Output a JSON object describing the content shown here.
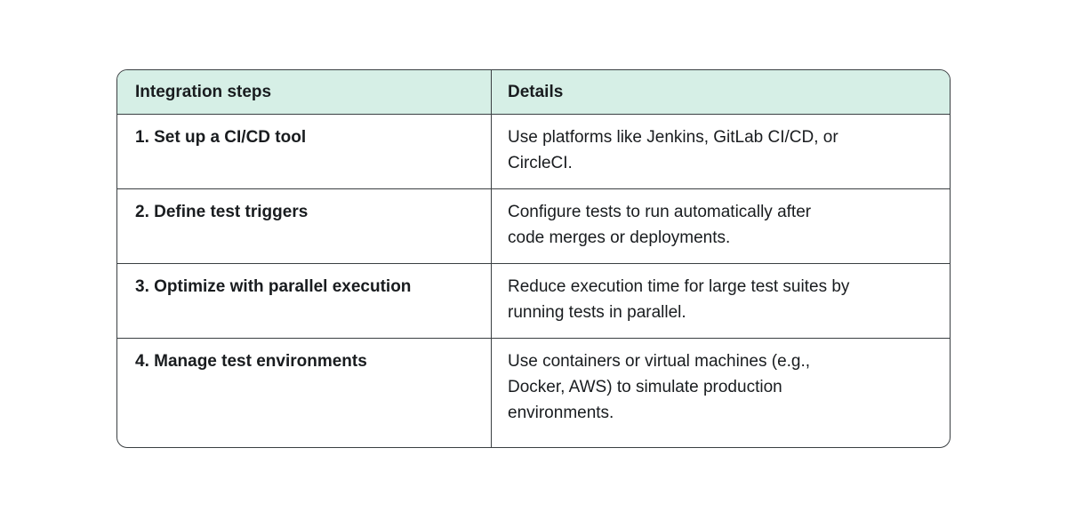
{
  "page": {
    "background_color": "#ffffff"
  },
  "table": {
    "colors": {
      "header_background": "#d6efe6",
      "border": "#3a3f42",
      "text": "#191c1f"
    },
    "columns": [
      {
        "label": "Integration steps"
      },
      {
        "label": "Details"
      }
    ],
    "rows": [
      {
        "step": "1. Set up a CI/CD tool",
        "details": "Use platforms like Jenkins, GitLab CI/CD, or\nCircleCI."
      },
      {
        "step": "2. Define test triggers",
        "details": "Configure tests to run automatically after\ncode merges or deployments."
      },
      {
        "step": "3. Optimize with parallel execution",
        "details": "Reduce execution time for large test suites by\nrunning tests in parallel."
      },
      {
        "step": "4. Manage test environments",
        "details": "Use containers or virtual machines (e.g.,\nDocker, AWS) to simulate production\nenvironments."
      }
    ]
  }
}
